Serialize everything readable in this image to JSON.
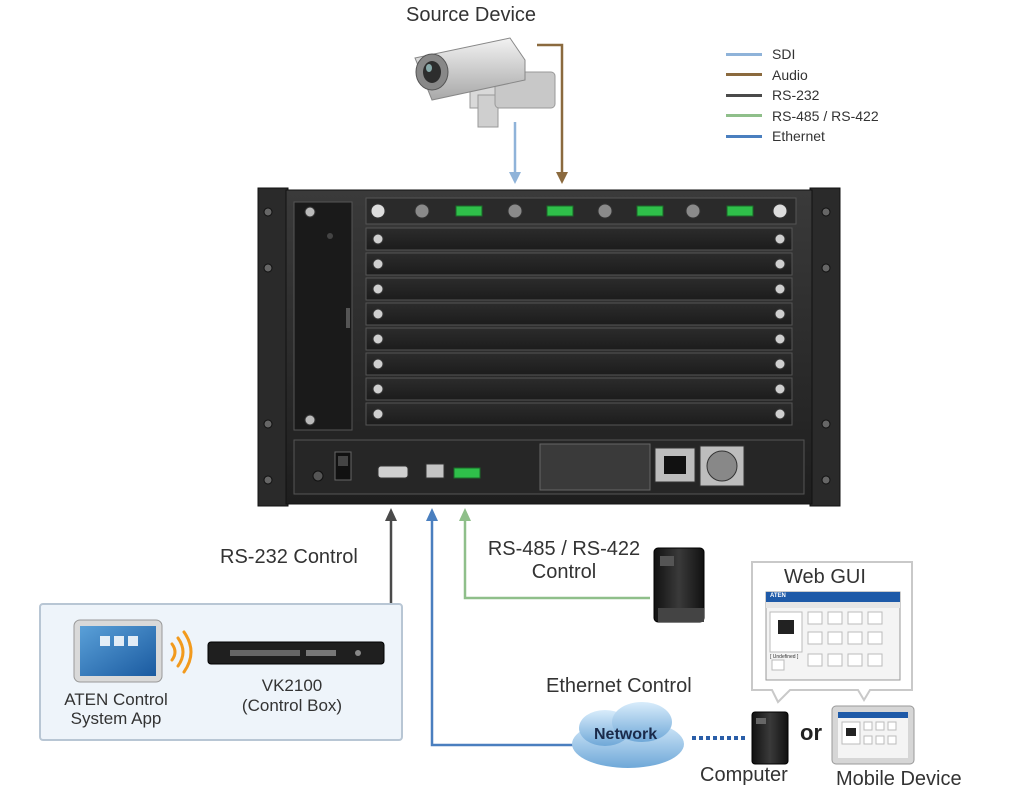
{
  "labels": {
    "source_device": "Source Device",
    "rs232_control": "RS-232 Control",
    "rs485_control_line1": "RS-485 / RS-422",
    "rs485_control_line2": "Control",
    "web_gui": "Web GUI",
    "ethernet_control": "Ethernet Control",
    "network": "Network",
    "or": "or",
    "computer": "Computer",
    "mobile_device": "Mobile Device",
    "aten_app_line1": "ATEN Control",
    "aten_app_line2": "System App",
    "vk2100_line1": "VK2100",
    "vk2100_line2": "(Control Box)"
  },
  "legend": [
    {
      "label": "SDI",
      "color": "#8fb3d9"
    },
    {
      "label": "Audio",
      "color": "#8b6a3e"
    },
    {
      "label": "RS-232",
      "color": "#4a4a4a"
    },
    {
      "label": "RS-485 / RS-422",
      "color": "#8fbf8a"
    },
    {
      "label": "Ethernet",
      "color": "#4a7fbf"
    }
  ],
  "webgui_screen": {
    "brand": "ATEN",
    "undefined_label": "[ Undefined ]"
  }
}
